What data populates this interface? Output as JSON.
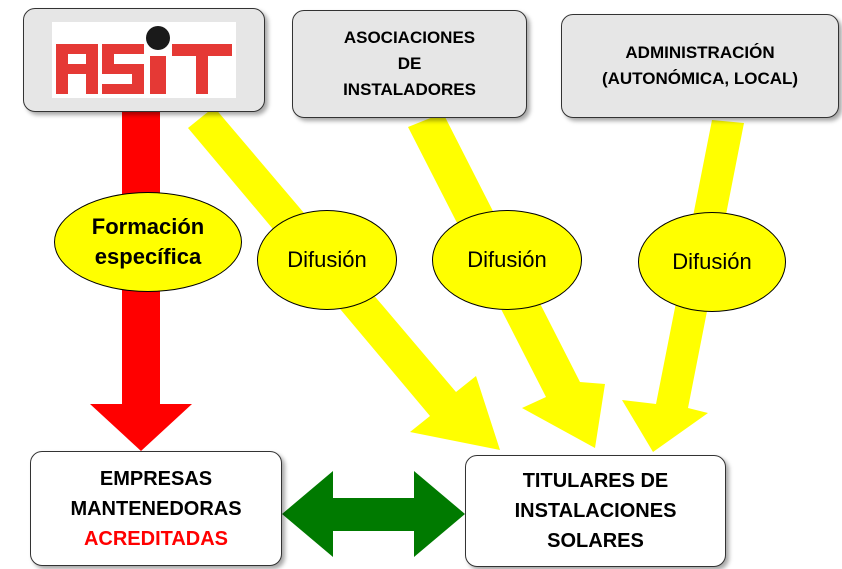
{
  "logo": {
    "text": "ASIT",
    "color": "#e53935"
  },
  "boxes": {
    "asociaciones": [
      "ASOCIACIONES",
      "DE",
      "INSTALADORES"
    ],
    "administracion": [
      "ADMINISTRACIÓN",
      "(AUTONÓMICA, LOCAL)"
    ],
    "empresas": [
      "EMPRESAS",
      "MANTENEDORAS",
      "ACREDITADAS"
    ],
    "titulares": [
      "TITULARES DE",
      "INSTALACIONES",
      "SOLARES"
    ]
  },
  "labels": {
    "formacion": [
      "Formación",
      "específica"
    ],
    "difusion_1": "Difusión",
    "difusion_2": "Difusión",
    "difusion_3": "Difusión"
  },
  "colors": {
    "arrow_red": "#ff0000",
    "arrow_yellow": "#ffff00",
    "arrow_green": "#007a00",
    "accent_text": "#ff0000",
    "box_grey": "#e6e6e6"
  }
}
